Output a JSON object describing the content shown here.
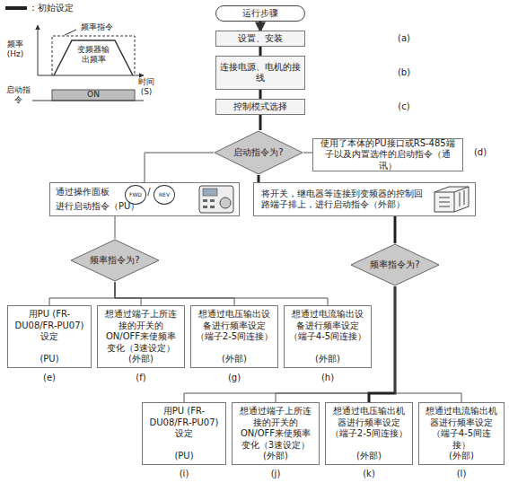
{
  "diagram": {
    "nodes": [
      {
        "text": [
          "运行步骤"
        ]
      },
      {
        "text": [
          "设置、安装"
        ]
      },
      {
        "text": [
          "连接电源、电机的接线"
        ]
      },
      {
        "text": [
          "控制模式选择"
        ]
      },
      {
        "text": [
          "启动指令为?"
        ]
      },
      {
        "text": [
          "使用了本体的PU接口或RS-485端子以及内置选件的启动指令（通讯）"
        ]
      },
      {
        "text": [
          "通过操作面板",
          "进行启动指令（PU）"
        ]
      },
      {
        "text": [
          "将开关，继电器等连接到变频器的控制回路端子排上，进行启动指令（外部）"
        ]
      },
      {
        "text": [
          "频率指令为?"
        ]
      },
      {
        "text": [
          "频率指令为?"
        ]
      },
      {
        "text": [
          "用PU (FR-DU08/FR-PU07) 设定",
          "(PU)"
        ]
      },
      {
        "text": [
          "想通过端子上所连接的开关的ON/OFF来使频率变化（3速设定）",
          "(外部)"
        ]
      },
      {
        "text": [
          "想通过电压输出设备进行频率设定（端子2-5间连接）",
          "(外部)"
        ]
      },
      {
        "text": [
          "想通过电流输出设备进行频率设定（端子4-5间连接）",
          "(外部)"
        ]
      },
      {
        "text": [
          "用PU (FR-DU08/FR-PU07) 设定",
          "(PU)"
        ]
      },
      {
        "text": [
          "想通过端子上所连接的开关的ON/OFF来使频率变化（3速设定）",
          "(外部)"
        ]
      },
      {
        "text": [
          "想通过电压输出机器进行频率设定（端子2-5间连接）",
          "(外部)"
        ]
      },
      {
        "text": [
          "想通过电流输出机器进行频率设定（端子4-5间连接）",
          "(外部)"
        ]
      }
    ],
    "edges": [
      {
        "from": 0,
        "to": 1,
        "arrow": "to"
      },
      {
        "from": 1,
        "to": 2,
        "arrow": "none"
      },
      {
        "from": 2,
        "to": 3,
        "arrow": "none"
      },
      {
        "from": 3,
        "to": 4,
        "arrow": "none"
      },
      {
        "from": 4,
        "to": 5,
        "arrow": "none"
      },
      {
        "from": 4,
        "to": 6,
        "arrow": "none"
      },
      {
        "from": 4,
        "to": 7,
        "arrow": "none"
      },
      {
        "from": 6,
        "to": 8,
        "arrow": "none"
      },
      {
        "from": 7,
        "to": 9,
        "arrow": "none"
      },
      {
        "from": 8,
        "to": 10,
        "arrow": "none"
      },
      {
        "from": 8,
        "to": 11,
        "arrow": "none"
      },
      {
        "from": 8,
        "to": 12,
        "arrow": "none"
      },
      {
        "from": 8,
        "to": 13,
        "arrow": "none"
      },
      {
        "from": 9,
        "to": 14,
        "arrow": "none"
      },
      {
        "from": 9,
        "to": 15,
        "arrow": "none"
      },
      {
        "from": 9,
        "to": 16,
        "arrow": "none"
      },
      {
        "from": 9,
        "to": 17,
        "arrow": "none"
      }
    ],
    "labels": [
      "频率指令",
      "变频器输出频率",
      "频率 (Hz)",
      "时间 (S)",
      "启动指令",
      "ON",
      "(a)",
      "(b)",
      "(c)",
      "(d)",
      "FWD",
      "/",
      "REV",
      "(e)",
      "(f)",
      "(g)",
      "(h)",
      "(i)",
      "(j)",
      "(k)",
      "(l)"
    ],
    "legend": [
      {
        "text": "：初始设定"
      }
    ]
  }
}
